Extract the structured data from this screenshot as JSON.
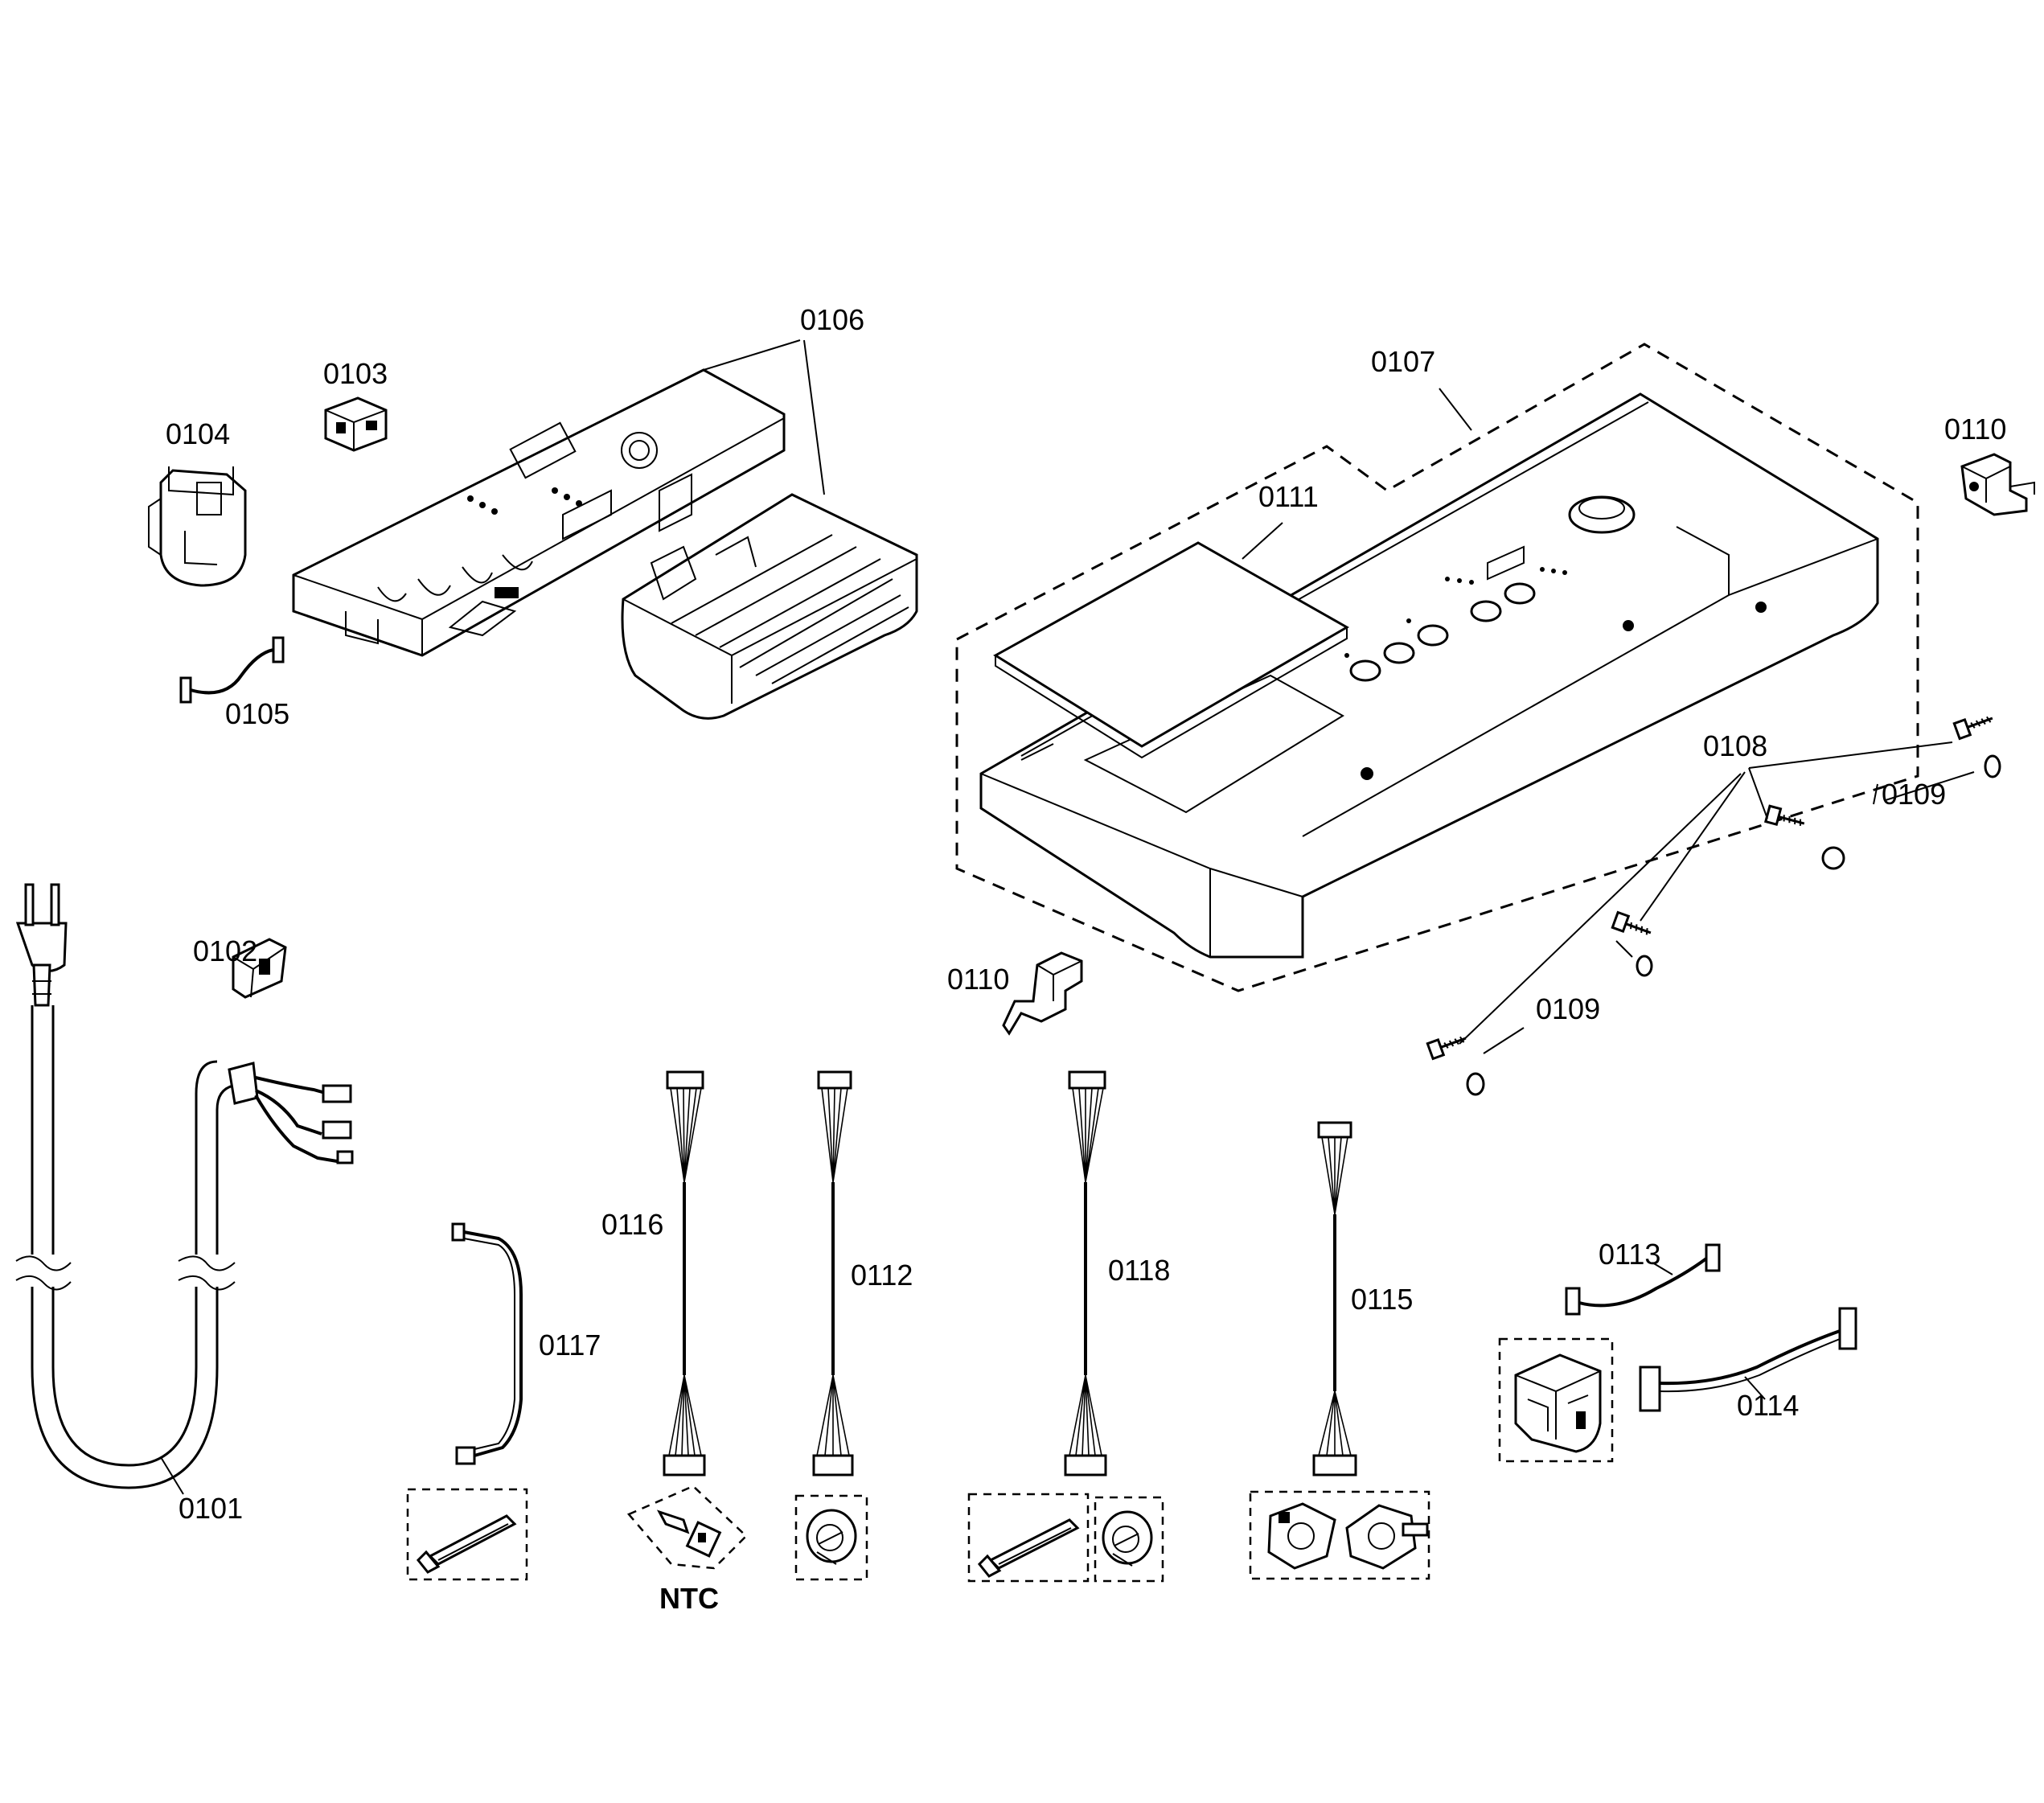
{
  "labels": {
    "l0101": "0101",
    "l0102": "0102",
    "l0103": "0103",
    "l0104": "0104",
    "l0105": "0105",
    "l0106": "0106",
    "l0107": "0107",
    "l0108": "0108",
    "l0109a": "0109",
    "l0109b": "0109",
    "l0110a": "0110",
    "l0110b": "0110",
    "l0111": "0111",
    "l0112": "0112",
    "l0113": "0113",
    "l0114": "0114",
    "l0115": "0115",
    "l0116": "0116",
    "l0117": "0117",
    "l0118": "0118",
    "ntc": "NTC"
  }
}
